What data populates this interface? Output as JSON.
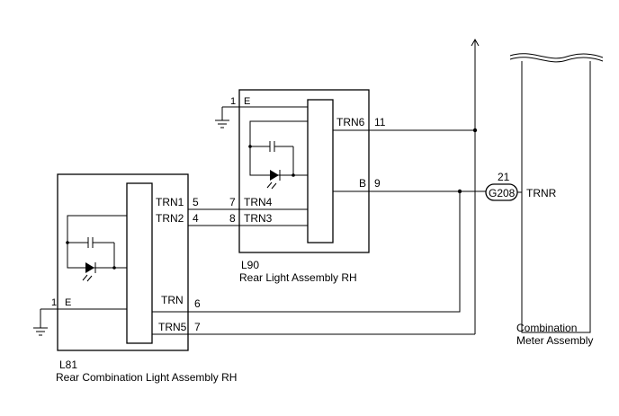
{
  "l90": {
    "code": "L90",
    "name": "Rear Light Assembly RH",
    "ground_pin": "1",
    "ground_label": "E",
    "pins": {
      "trn6": {
        "label": "TRN6",
        "num": "11"
      },
      "b": {
        "label": "B",
        "num": "9"
      },
      "trn4": {
        "label": "TRN4",
        "num": "7"
      },
      "trn3": {
        "label": "TRN3",
        "num": "8"
      }
    }
  },
  "l81": {
    "code": "L81",
    "name": "Rear Combination Light Assembly RH",
    "ground_pin": "1",
    "ground_label": "E",
    "pins": {
      "trn1": {
        "label": "TRN1",
        "num": "5"
      },
      "trn2": {
        "label": "TRN2",
        "num": "4"
      },
      "trn": {
        "label": "TRN",
        "num": "6"
      },
      "trn5": {
        "label": "TRN5",
        "num": "7"
      }
    }
  },
  "meter": {
    "name_line1": "Combination",
    "name_line2": "Meter Assembly",
    "connector": "G208",
    "pin_num": "21",
    "pin_label": "TRNR"
  }
}
